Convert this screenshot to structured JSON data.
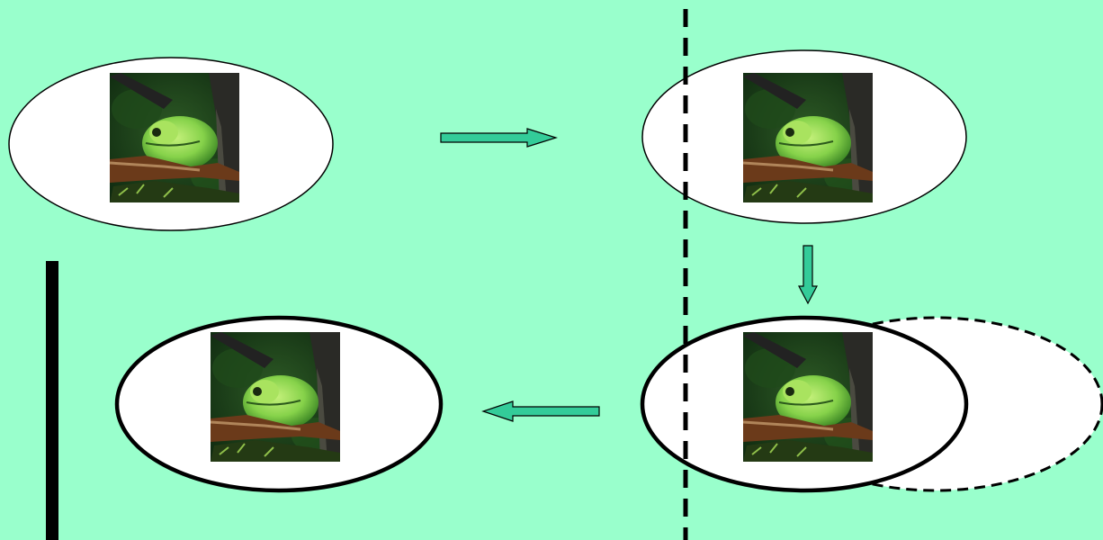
{
  "colors": {
    "background": "#99ffcc",
    "ellipse_fill": "#ffffff",
    "outline": "#000000",
    "arrow_fill": "#33cc99",
    "photo_bg": "#0f2a10",
    "photo_green": "#86d24a",
    "photo_highlight": "#c4f07a",
    "photo_branch": "#6b3a1a"
  },
  "icons": {
    "photo": "tree-frog-photo",
    "arrow": "block-arrow"
  },
  "stages": [
    {
      "name": "original",
      "outline": "thin"
    },
    {
      "name": "at-boundary",
      "outline": "thin"
    },
    {
      "name": "stretched",
      "outline": "thick",
      "ghost": "dashed"
    },
    {
      "name": "result",
      "outline": "thick"
    }
  ],
  "lines": {
    "boundary": "dashed",
    "barrier": "solid"
  }
}
